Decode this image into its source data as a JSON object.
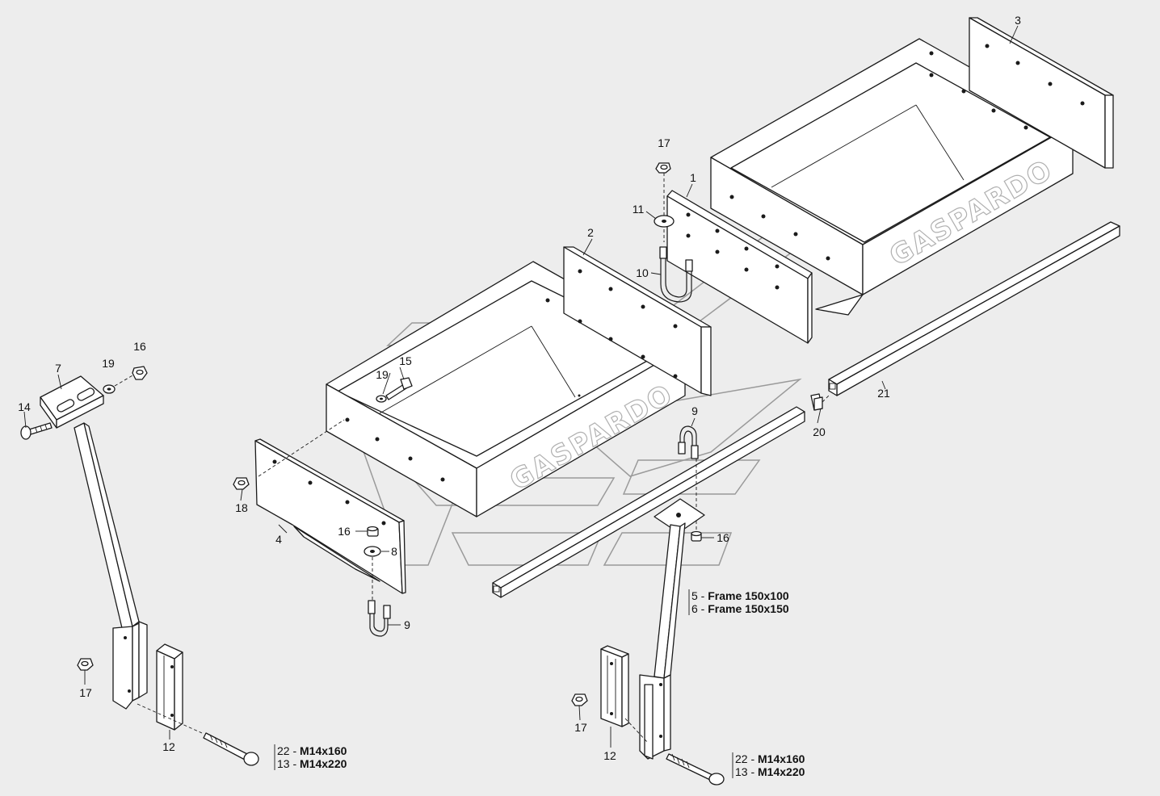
{
  "watermark": {
    "brand": "GASPARDO"
  },
  "callouts": {
    "c3": "3",
    "c17a": "17",
    "c1": "1",
    "c11": "11",
    "c2": "2",
    "c10": "10",
    "c16a": "16",
    "c19a": "19",
    "c7": "7",
    "c15": "15",
    "c19b": "19",
    "c14": "14",
    "c9a": "9",
    "c21": "21",
    "c20": "20",
    "c18": "18",
    "c4": "4",
    "c16b": "16",
    "c8": "8",
    "c16c": "16",
    "c9b": "9",
    "c17b": "17",
    "c12a": "12",
    "c17c": "17",
    "c12b": "12"
  },
  "legends": {
    "frame": {
      "line1": {
        "code": "5 - ",
        "text": "Frame 150x100"
      },
      "line2": {
        "code": "6 - ",
        "text": "Frame 150x150"
      }
    },
    "bolt_left": {
      "line1": {
        "code": "22 - ",
        "text": "M14x160"
      },
      "line2": {
        "code": "13 - ",
        "text": "M14x220"
      }
    },
    "bolt_right": {
      "line1": {
        "code": "22 - ",
        "text": "M14x160"
      },
      "line2": {
        "code": "13 - ",
        "text": "M14x220"
      }
    }
  }
}
